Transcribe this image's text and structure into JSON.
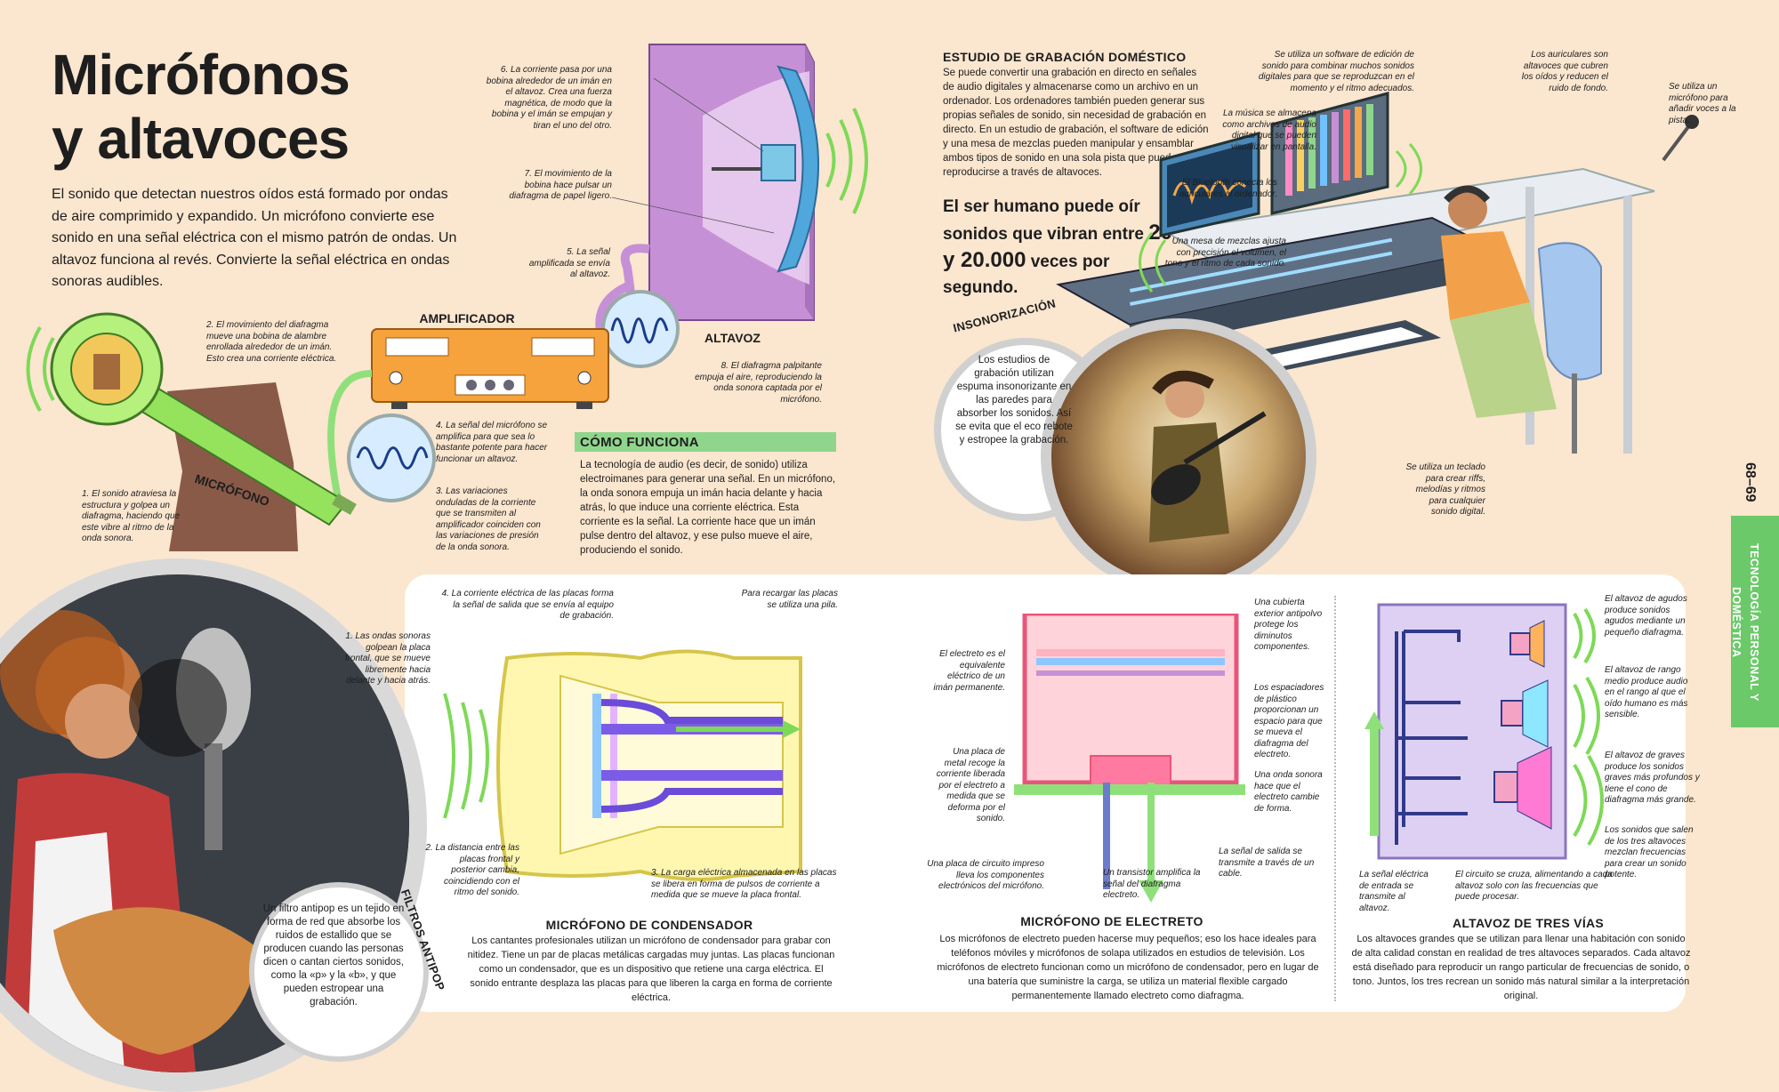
{
  "title": {
    "line1": "Micrófonos",
    "line2": "y altavoces"
  },
  "intro": "El sonido que detectan nuestros oídos está formado por ondas de aire comprimido y expandido. Un micrófono convierte ese sonido en una señal eléctrica con el mismo patrón de ondas. Un altavoz funciona al revés. Convierte la señal eléctrica en ondas sonoras audibles.",
  "top_left_diagram": {
    "labels": {
      "amplifier": "AMPLIFICADOR",
      "speaker": "ALTAVOZ",
      "microphone": "MICRÓFONO"
    },
    "captions": {
      "c1": "1. El sonido atraviesa la estructura y golpea un diafragma, haciendo que este vibre al ritmo de la onda sonora.",
      "c2": "2. El movimiento del diafragma mueve una bobina de alambre enrollada alrededor de un imán. Esto crea una corriente eléctrica.",
      "c3": "3. Las variaciones onduladas de la corriente que se transmiten al amplificador coinciden con las variaciones de presión de la onda sonora.",
      "c4": "4. La señal del micrófono se amplifica para que sea lo bastante potente para hacer funcionar un altavoz.",
      "c5": "5. La señal amplificada se envía al altavoz.",
      "c6": "6. La corriente pasa por una bobina alrededor de un imán en el altavoz. Crea una fuerza magnética, de modo que la bobina y el imán se empujan y tiran el uno del otro.",
      "c7": "7. El movimiento de la bobina hace pulsar un diafragma de papel ligero.",
      "c8": "8. El diafragma palpitante empuja el aire, reproduciendo la onda sonora captada por el micrófono."
    }
  },
  "como_funciona": {
    "heading": "CÓMO FUNCIONA",
    "text": "La tecnología de audio (es decir, de sonido) utiliza electroimanes para generar una señal. En un micrófono, la onda sonora empuja un imán hacia delante y hacia atrás, lo que induce una corriente eléctrica. Esta corriente es la señal. La corriente hace que un imán pulse dentro del altavoz, y ese pulso mueve el aire, produciendo el sonido."
  },
  "estudio": {
    "heading": "ESTUDIO DE GRABACIÓN DOMÉSTICO",
    "text": "Se puede convertir una grabación en directo en señales de audio digitales y almacenarse como un archivo en un ordenador. Los ordenadores también pueden generar sus propias señales de sonido, sin necesidad de grabación en directo. En un estudio de grabación, el software de edición y una mesa de mezclas pueden manipular y ensamblar ambos tipos de sonido en una sola pista que puede reproducirse a través de altavoces.",
    "fact_pre": "El ser humano puede oír sonidos que vibran entre",
    "fact_num": "20 y 20.000",
    "fact_post": "veces por segundo.",
    "insonorizacion_title": "INSONORIZACIÓN",
    "insonorizacion_text": "Los estudios de grabación utilizan espuma insonorizante en las paredes para absorber los sonidos. Así se evita que el eco rebote y estropee la grabación.",
    "captions": {
      "software": "Se utiliza un software de edición de sonido para combinar muchos sonidos digitales para que se reproduzcan en el momento y el ritmo adecuados.",
      "auriculares": "Los auriculares son altavoces que cubren los oídos y reducen el ruido de fondo.",
      "microfono": "Se utiliza un micrófono para añadir voces a la pista.",
      "musica": "La música se almacena como archivos de audio digital que se pueden visualizar en pantalla.",
      "bluetooth": "El Bluetooth conecta los auriculares al ordenador.",
      "mesa": "Una mesa de mezclas ajusta con precisión el volumen, el tono y el ritmo de cada sonido.",
      "teclado": "Se utiliza un teclado para crear riffs, melodías y ritmos para cualquier sonido digital."
    }
  },
  "side_tab": "TECNOLOGÍA PERSONAL Y DOMÉSTICA",
  "page_numbers": "68–69",
  "antipop": {
    "title": "FILTROS ANTIPOP",
    "text": "Un filtro antipop es un tejido en forma de red que absorbe los ruidos de estallido que se producen cuando las personas dicen o cantan ciertos sonidos, como la «p» y la «b», y que pueden estropear una grabación."
  },
  "condensador": {
    "heading": "MICRÓFONO DE CONDENSADOR",
    "text": "Los cantantes profesionales utilizan un micrófono de condensador para grabar con nitidez. Tiene un par de placas metálicas cargadas muy juntas. Las placas funcionan como un condensador, que es un dispositivo que retiene una carga eléctrica. El sonido entrante desplaza las placas para que liberen la carga en forma de corriente eléctrica.",
    "captions": {
      "c1": "1. Las ondas sonoras golpean la placa frontal, que se mueve libremente hacia delante y hacia atrás.",
      "c2": "2. La distancia entre las placas frontal y posterior cambia, coincidiendo con el ritmo del sonido.",
      "c3": "3. La carga eléctrica almacenada en las placas se libera en forma de pulsos de corriente a medida que se mueve la placa frontal.",
      "c4": "4. La corriente eléctrica de las placas forma la señal de salida que se envía al equipo de grabación.",
      "pila": "Para recargar las placas se utiliza una pila."
    }
  },
  "electreto": {
    "heading": "MICRÓFONO DE ELECTRETO",
    "text": "Los micrófonos de electreto pueden hacerse muy pequeños; eso los hace ideales para teléfonos móviles y micrófonos de solapa utilizados en estudios de televisión. Los micrófonos de electreto funcionan como un micrófono de condensador, pero en lugar de una batería que suministre la carga, se utiliza un material flexible cargado permanentemente llamado electreto como diafragma.",
    "captions": {
      "electreto": "El electreto es el equivalente eléctrico de un imán permanente.",
      "placa_metal": "Una placa de metal recoge la corriente liberada por el electreto a medida que se deforma por el sonido.",
      "circuito": "Una placa de circuito impreso lleva los componentes electrónicos del micrófono.",
      "transistor": "Un transistor amplifica la señal del diafragma electreto.",
      "cubierta": "Una cubierta exterior antipolvo protege los diminutos componentes.",
      "espaciadores": "Los espaciadores de plástico proporcionan un espacio para que se mueva el diafragma del electreto.",
      "onda": "Una onda sonora hace que el electreto cambie de forma.",
      "salida": "La señal de salida se transmite a través de un cable."
    }
  },
  "tres_vias": {
    "heading": "ALTAVOZ DE TRES VÍAS",
    "text": "Los altavoces grandes que se utilizan para llenar una habitación con sonido de alta calidad constan en realidad de tres altavoces separados. Cada altavoz está diseñado para reproducir un rango particular de frecuencias de sonido, o tono. Juntos, los tres recrean un sonido más natural similar a la interpretación original.",
    "captions": {
      "agudos": "El altavoz de agudos produce sonidos agudos mediante un pequeño diafragma.",
      "medio": "El altavoz de rango medio produce audio en el rango al que el oído humano es más sensible.",
      "graves": "El altavoz de graves produce los sonidos graves más profundos y tiene el cono de diafragma más grande.",
      "sonidos": "Los sonidos que salen de los tres altavoces mezclan frecuencias para crear un sonido potente.",
      "senal": "La señal eléctrica de entrada se transmite al altavoz.",
      "circuito": "El circuito se cruza, alimentando a cada altavoz solo con las frecuencias que puede procesar."
    }
  }
}
